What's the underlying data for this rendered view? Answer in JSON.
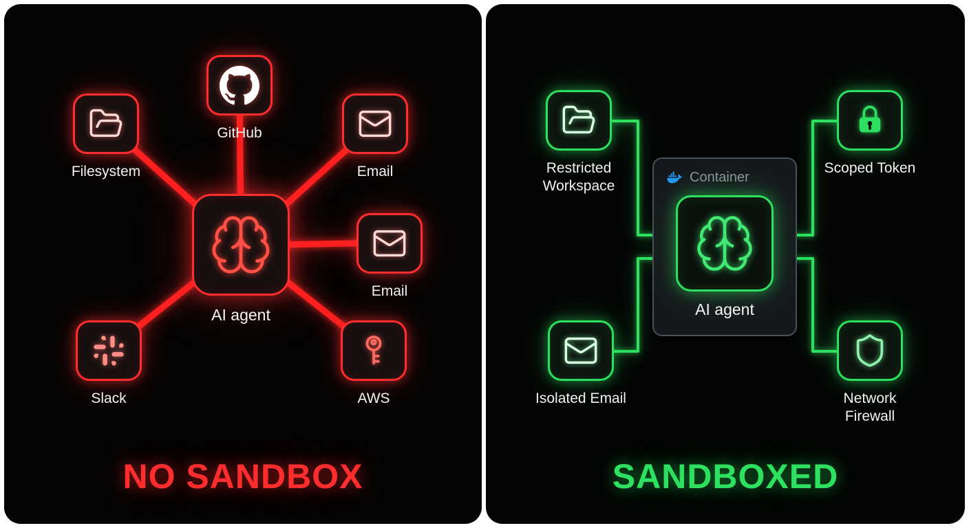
{
  "left_panel": {
    "title": "NO SANDBOX",
    "accent_color": "#ff2d2d",
    "center_node": {
      "label": "AI agent",
      "icon": "brain-icon"
    },
    "nodes": [
      {
        "label": "Filesystem",
        "icon": "folder-icon"
      },
      {
        "label": "GitHub",
        "icon": "github-icon"
      },
      {
        "label": "Email",
        "icon": "envelope-icon"
      },
      {
        "label": "Email",
        "icon": "envelope-icon"
      },
      {
        "label": "Slack",
        "icon": "slack-icon"
      },
      {
        "label": "AWS",
        "icon": "key-icon"
      }
    ]
  },
  "right_panel": {
    "title": "SANDBOXED",
    "accent_color": "#2ee05f",
    "container": {
      "label": "Container",
      "icon": "docker-icon",
      "docker_color": "#2396ed"
    },
    "center_node": {
      "label": "AI agent",
      "icon": "brain-icon"
    },
    "nodes": [
      {
        "label": "Restricted Workspace",
        "icon": "folder-icon"
      },
      {
        "label": "Scoped Token",
        "icon": "lock-icon"
      },
      {
        "label": "Isolated Email",
        "icon": "envelope-icon"
      },
      {
        "label": "Network Firewall",
        "icon": "shield-icon"
      }
    ]
  }
}
